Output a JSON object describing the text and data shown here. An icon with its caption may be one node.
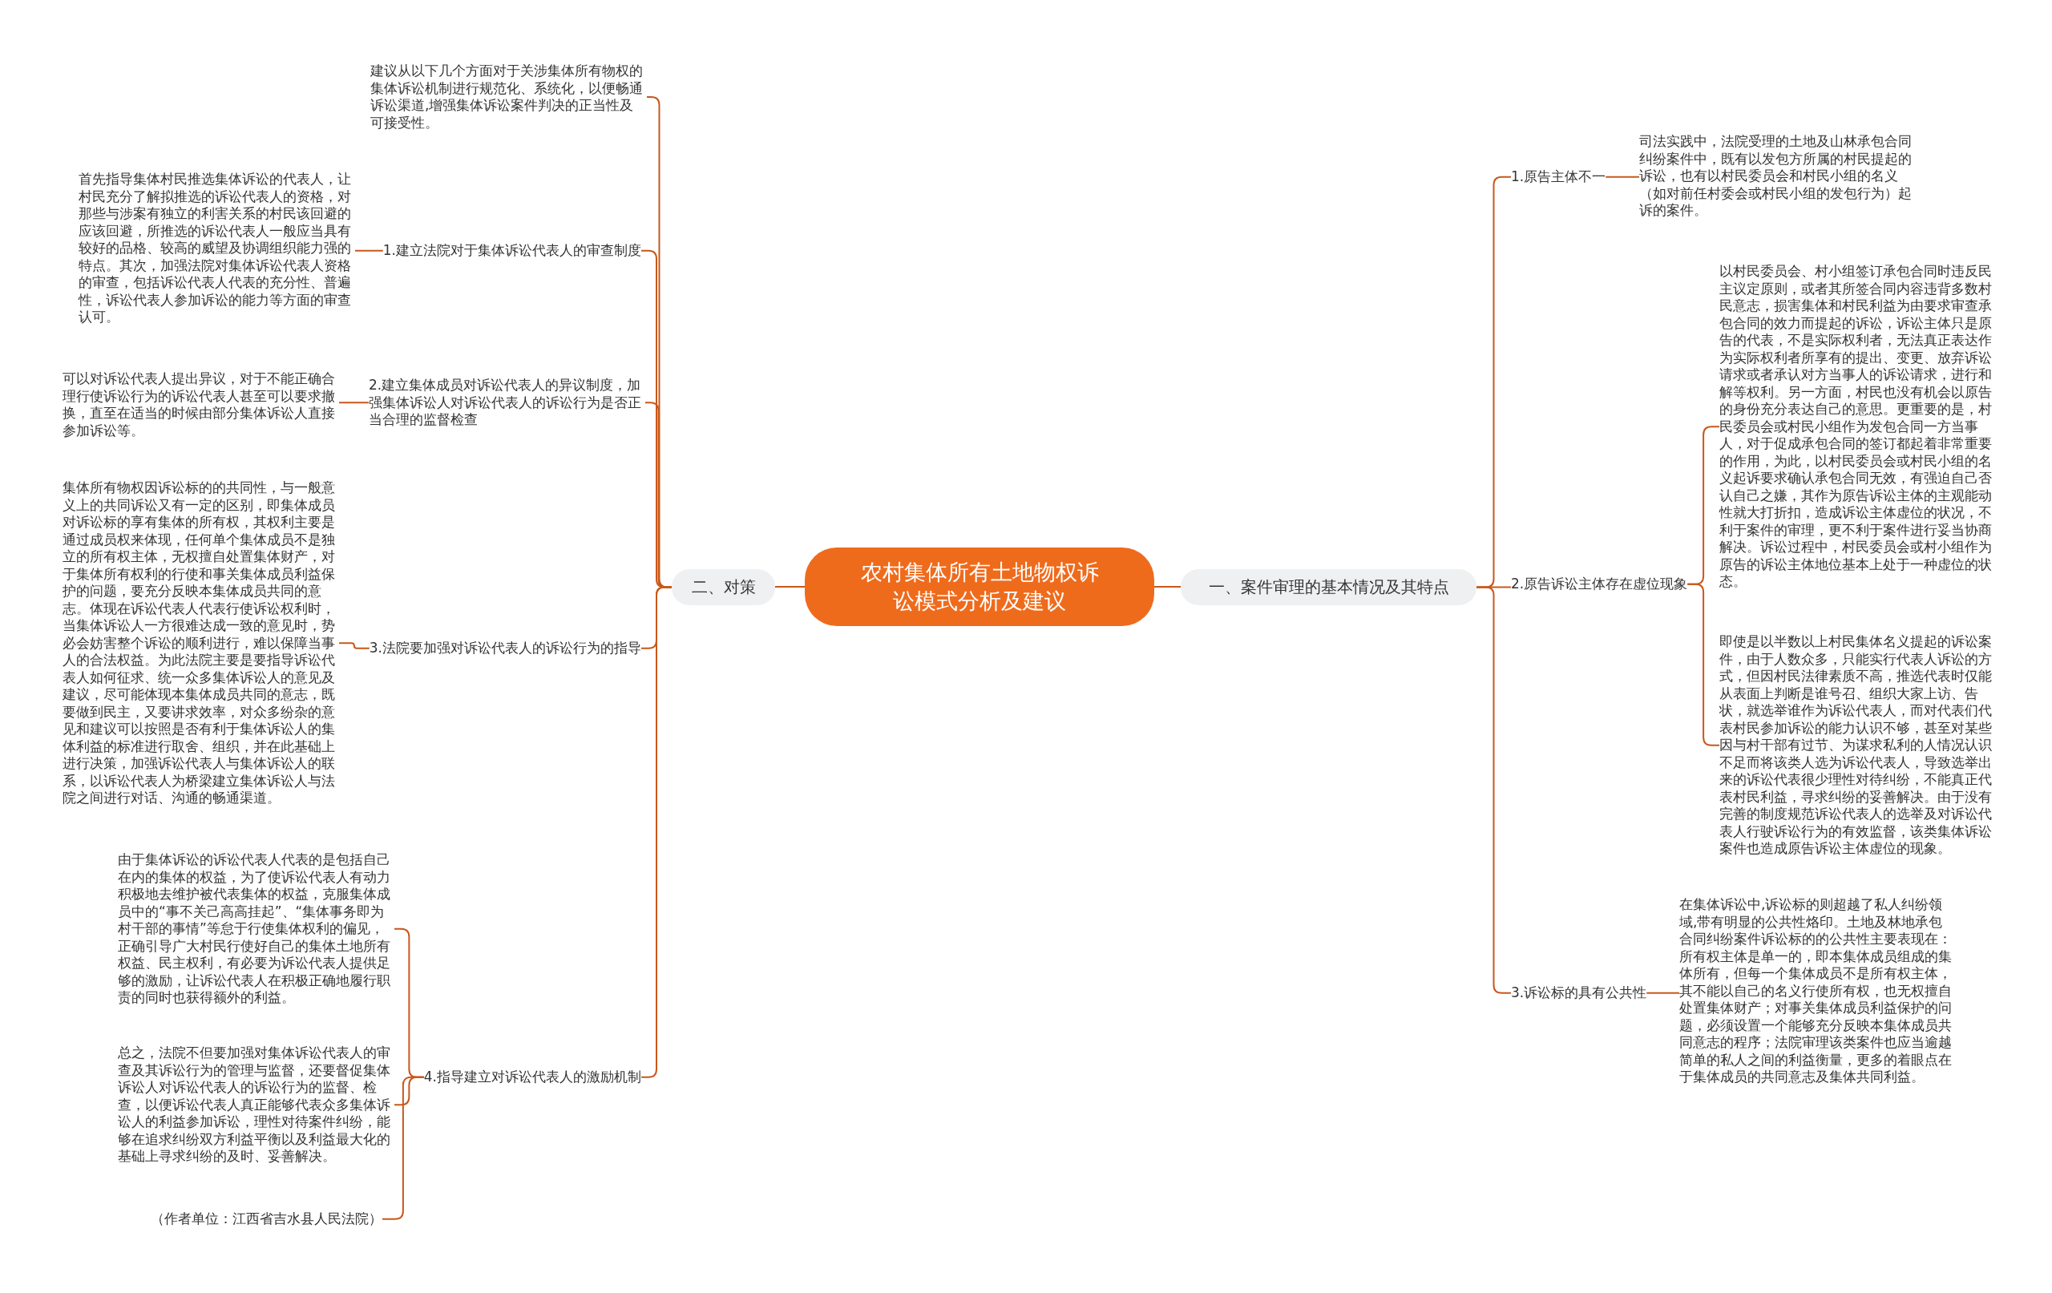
{
  "diagram": {
    "nodes": [
      {
        "text": [
          "农村集体所有土地物权诉讼模式分析及建议"
        ]
      },
      {
        "text": [
          "二、对策"
        ]
      },
      {
        "text": [
          "一、案件审理的基本情况及其特点"
        ]
      },
      {
        "text": [
          "建议从以下几个方面对于关涉集体所有物权的集体诉讼机制进行规范化、系统化，以便畅通诉讼渠道,增强集体诉讼案件判决的正当性及可接受性。"
        ]
      },
      {
        "text": [
          "1.建立法院对于集体诉讼代表人的审查制度"
        ]
      },
      {
        "text": [
          "首先指导集体村民推选集体诉讼的代表人，让村民充分了解拟推选的诉讼代表人的资格，对那些与涉案有独立的利害关系的村民该回避的应该回避，所推选的诉讼代表人一般应当具有较好的品格、较高的威望及协调组织能力强的特点。其次，加强法院对集体诉讼代表人资格的审查，包括诉讼代表人代表的充分性、普遍性，诉讼代表人参加诉讼的能力等方面的审查认可。"
        ]
      },
      {
        "text": [
          "2.建立集体成员对诉讼代表人的异议制度，加强集体诉讼人对诉讼代表人的诉讼行为是否正当合理的监督检查"
        ]
      },
      {
        "text": [
          "可以对诉讼代表人提出异议，对于不能正确合理行使诉讼行为的诉讼代表人甚至可以要求撤换，直至在适当的时候由部分集体诉讼人直接参加诉讼等。"
        ]
      },
      {
        "text": [
          "3.法院要加强对诉讼代表人的诉讼行为的指导"
        ]
      },
      {
        "text": [
          "集体所有物权因诉讼标的的共同性，与一般意义上的共同诉讼又有一定的区别，即集体成员对诉讼标的享有集体的所有权，其权利主要是通过成员权来体现，任何单个集体成员不是独立的所有权主体，无权擅自处置集体财产，对于集体所有权利的行使和事关集体成员利益保护的问题，要充分反映本集体成员共同的意志。体现在诉讼代表人代表行使诉讼权利时，当集体诉讼人一方很难达成一致的意见时，势必会妨害整个诉讼的顺利进行，难以保障当事人的合法权益。为此法院主要是要指导诉讼代表人如何征求、统一众多集体诉讼人的意见及建议，尽可能体现本集体成员共同的意志，既要做到民主，又要讲求效率，对众多纷杂的意见和建议可以按照是否有利于集体诉讼人的集体利益的标准进行取舍、组织，并在此基础上进行决策，加强诉讼代表人与集体诉讼人的联系，以诉讼代表人为桥梁建立集体诉讼人与法院之间进行对话、沟通的畅通渠道。"
        ]
      },
      {
        "text": [
          "4.指导建立对诉讼代表人的激励机制"
        ]
      },
      {
        "text": [
          "由于集体诉讼的诉讼代表人代表的是包括自己在内的集体的权益，为了使诉讼代表人有动力积极地去维护被代表集体的权益，克服集体成员中的“事不关己高高挂起”、“集体事务即为村干部的事情”等怠于行使集体权利的偏见，正确引导广大村民行使好自己的集体土地所有权益、民主权利，有必要为诉讼代表人提供足够的激励，让诉讼代表人在积极正确地履行职责的同时也获得额外的利益。"
        ]
      },
      {
        "text": [
          "总之，法院不但要加强对集体诉讼代表人的审查及其诉讼行为的管理与监督，还要督促集体诉讼人对诉讼代表人的诉讼行为的监督、检查，以便诉讼代表人真正能够代表众多集体诉讼人的利益参加诉讼，理性对待案件纠纷，能够在追求纠纷双方利益平衡以及利益最大化的基础上寻求纠纷的及时、妥善解决。"
        ]
      },
      {
        "text": [
          "（作者单位：江西省吉水县人民法院）"
        ]
      },
      {
        "text": [
          "1.原告主体不一"
        ]
      },
      {
        "text": [
          "司法实践中，法院受理的土地及山林承包合同纠纷案件中，既有以发包方所属的村民提起的诉讼，也有以村民委员会和村民小组的名义（如对前任村委会或村民小组的发包行为）起诉的案件。"
        ]
      },
      {
        "text": [
          "2.原告诉讼主体存在虚位现象"
        ]
      },
      {
        "text": [
          "以村民委员会、村小组签订承包合同时违反民主议定原则，或者其所签合同内容违背多数村民意志，损害集体和村民利益为由要求审查承包合同的效力而提起的诉讼，诉讼主体只是原告的代表，不是实际权利者，无法真正表达作为实际权利者所享有的提出、变更、放弃诉讼请求或者承认对方当事人的诉讼请求，进行和解等权利。另一方面，村民也没有机会以原告的身份充分表达自己的意思。更重要的是，村民委员会或村民小组作为发包合同一方当事人，对于促成承包合同的签订都起着非常重要的作用，为此，以村民委员会或村民小组的名义起诉要求确认承包合同无效，有强迫自己否认自己之嫌，其作为原告诉讼主体的主观能动性就大打折扣，造成诉讼主体虚位的状况，不利于案件的审理，更不利于案件进行妥当协商解决。诉讼过程中，村民委员会或村小组作为原告的诉讼主体地位基本上处于一种虚位的状态。"
        ]
      },
      {
        "text": [
          "即使是以半数以上村民集体名义提起的诉讼案件，由于人数众多，只能实行代表人诉讼的方式，但因村民法律素质不高，推选代表时仅能从表面上判断是谁号召、组织大家上访、告状，就选举谁作为诉讼代表人，而对代表们代表村民参加诉讼的能力认识不够，甚至对某些因与村干部有过节、为谋求私利的人情况认识不足而将该类人选为诉讼代表人，导致选举出来的诉讼代表很少理性对待纠纷，不能真正代表村民利益，寻求纠纷的妥善解决。由于没有完善的制度规范诉讼代表人的选举及对诉讼代表人行驶诉讼行为的有效监督，该类集体诉讼案件也造成原告诉讼主体虚位的现象。"
        ]
      },
      {
        "text": [
          "3.诉讼标的具有公共性"
        ]
      },
      {
        "text": [
          "在集体诉讼中,诉讼标的则超越了私人纠纷领域,带有明显的公共性烙印。土地及林地承包合同纠纷案件诉讼标的的公共性主要表现在：所有权主体是单一的，即本集体成员组成的集体所有，但每一个集体成员不是所有权主体，其不能以自己的名义行使所有权，也无权擅自处置集体财产；对事关集体成员利益保护的问题，必须设置一个能够充分反映本集体成员共同意志的程序；法院审理该类案件也应当逾越简单的私人之间的利益衡量，更多的着眼点在于集体成员的共同意志及集体共同利益。"
        ]
      }
    ],
    "edges": [
      {
        "from": 0,
        "to": 1,
        "arrow": "none"
      },
      {
        "from": 0,
        "to": 2,
        "arrow": "none"
      },
      {
        "from": 1,
        "to": 3,
        "arrow": "none"
      },
      {
        "from": 1,
        "to": 4,
        "arrow": "none"
      },
      {
        "from": 4,
        "to": 5,
        "arrow": "none"
      },
      {
        "from": 1,
        "to": 6,
        "arrow": "none"
      },
      {
        "from": 6,
        "to": 7,
        "arrow": "none"
      },
      {
        "from": 1,
        "to": 8,
        "arrow": "none"
      },
      {
        "from": 8,
        "to": 9,
        "arrow": "none"
      },
      {
        "from": 1,
        "to": 10,
        "arrow": "none"
      },
      {
        "from": 10,
        "to": 11,
        "arrow": "none"
      },
      {
        "from": 10,
        "to": 12,
        "arrow": "none"
      },
      {
        "from": 10,
        "to": 13,
        "arrow": "none"
      },
      {
        "from": 2,
        "to": 14,
        "arrow": "none"
      },
      {
        "from": 14,
        "to": 15,
        "arrow": "none"
      },
      {
        "from": 2,
        "to": 16,
        "arrow": "none"
      },
      {
        "from": 16,
        "to": 17,
        "arrow": "none"
      },
      {
        "from": 16,
        "to": 18,
        "arrow": "none"
      },
      {
        "from": 2,
        "to": 19,
        "arrow": "none"
      },
      {
        "from": 19,
        "to": 20,
        "arrow": "none"
      }
    ]
  }
}
